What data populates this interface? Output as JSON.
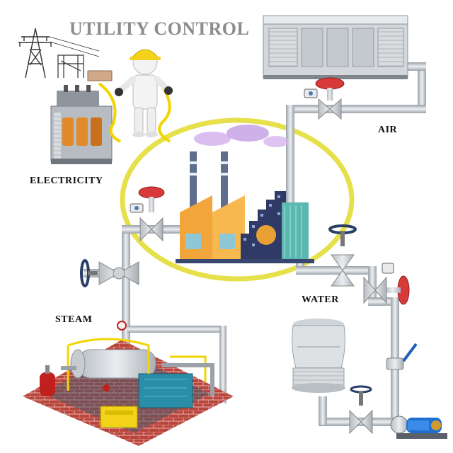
{
  "title": "UTILITY CONTROL",
  "labels": {
    "electricity": "ELECTRICITY",
    "air": "AIR",
    "steam": "STEAM",
    "water": "WATER"
  },
  "colors": {
    "ellipse": "#e6e04a",
    "pipe": "#c9ced3",
    "valve_actuator": "#d83a3a",
    "factory_orange": "#f2a53a",
    "factory_teal": "#5bb8b0",
    "factory_navy": "#2f3a66",
    "smoke": "#c9a8e6",
    "worker_hardhat": "#f4d21c",
    "cable": "#f2d400",
    "floor_brick": "#b9453c"
  }
}
